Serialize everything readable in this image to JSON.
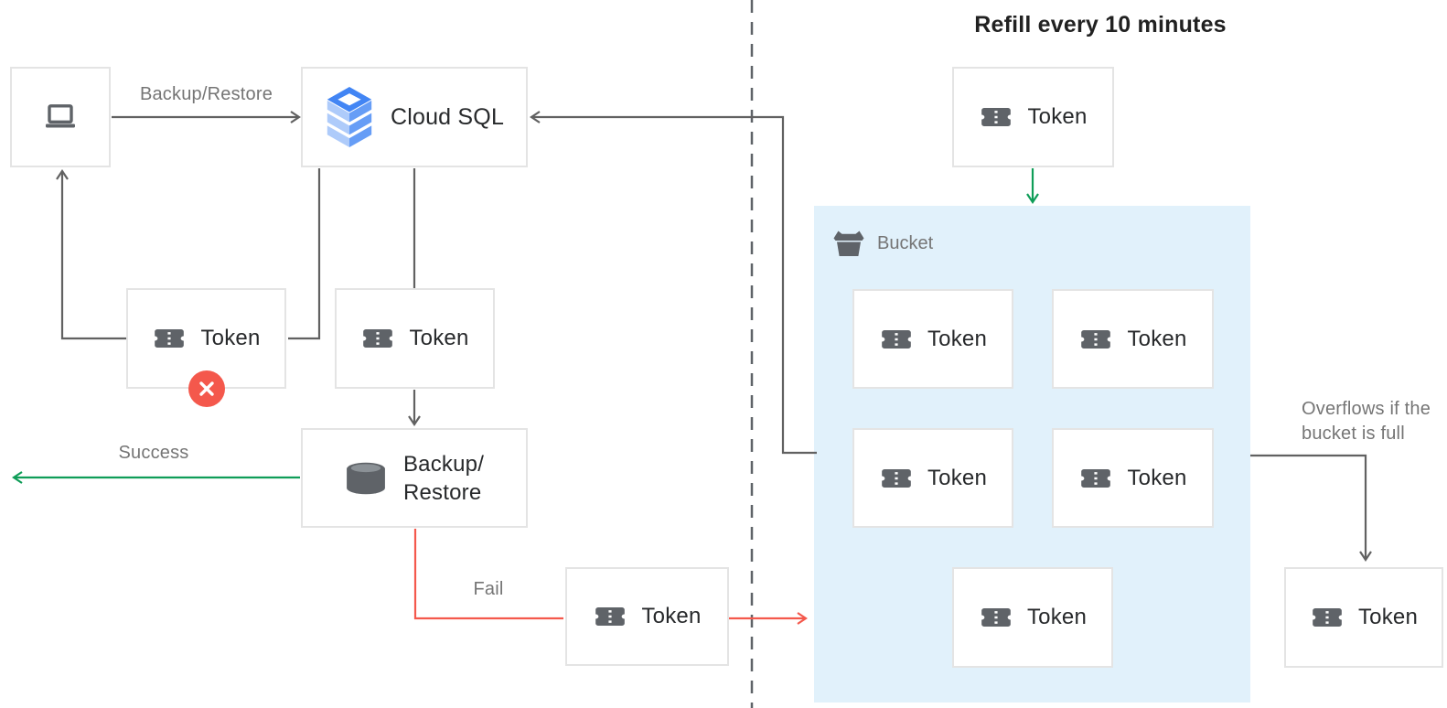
{
  "title": "Refill every 10 minutes",
  "nodes": {
    "cloud_sql": "Cloud SQL",
    "backup_restore_line1": "Backup/",
    "backup_restore_line2": "Restore",
    "token": "Token"
  },
  "bucket": {
    "label": "Bucket",
    "token_count_visible": 5
  },
  "edge_labels": {
    "backup_restore": "Backup/Restore",
    "success": "Success",
    "fail": "Fail",
    "overflow_line1": "Overflows if the",
    "overflow_line2": "bucket is full"
  },
  "icons": {
    "laptop": "laptop-icon",
    "cloud_sql": "cloud-sql-stack-icon",
    "token": "ticket-icon",
    "database": "database-cylinder-icon",
    "bucket": "bucket-icon",
    "error": "red-x-badge"
  },
  "colors": {
    "connector_gray": "#616161",
    "success_green": "#0F9D58",
    "fail_red": "#F4584C",
    "bucket_background": "#E1F1FB",
    "box_border": "#E4E4E4",
    "label_gray": "#757575",
    "text_dark": "#212121",
    "icon_gray": "#5F6368",
    "cloud_sql_blue": "#4285F4",
    "cloud_sql_blue_light": "#AECBFA",
    "cloud_sql_blue_mid": "#669DF6"
  }
}
